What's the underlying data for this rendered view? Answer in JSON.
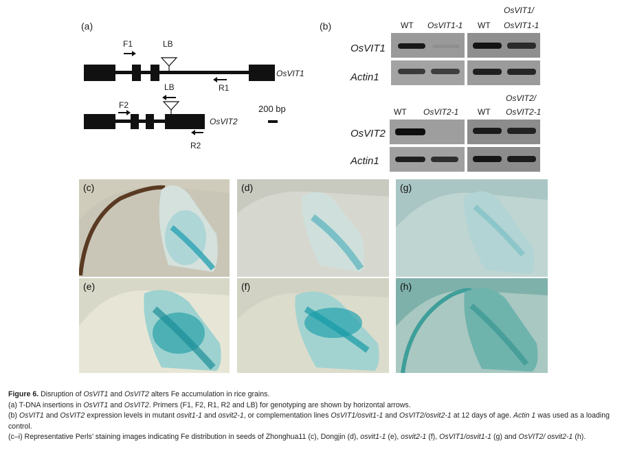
{
  "panel_a": {
    "label": "(a)",
    "gene1": {
      "name": "OsVIT1",
      "primer_f": "F1",
      "primer_r": "R1",
      "insert": "LB"
    },
    "gene2": {
      "name": "OsVIT2",
      "primer_f": "F2",
      "primer_r": "R2",
      "insert": "LB"
    },
    "scale": "200 bp"
  },
  "panel_b": {
    "label": "(b)",
    "top": {
      "headers": [
        "WT",
        "OsVIT1-1",
        "WT",
        "OsVIT1/",
        "OsVIT1-1"
      ],
      "rows": [
        "OsVIT1",
        "Actin1"
      ]
    },
    "bottom": {
      "headers": [
        "WT",
        "OsVIT2-1",
        "WT",
        "OsVIT2/",
        "OsVIT2-1"
      ],
      "rows": [
        "OsVIT2",
        "Actin1"
      ]
    }
  },
  "photos": {
    "c": "(c)",
    "d": "(d)",
    "g": "(g)",
    "e": "(e)",
    "f": "(f)",
    "h": "(h)"
  },
  "caption": {
    "title_prefix": "Figure 6.",
    "title_parts": [
      " Disruption of ",
      "OsVIT1",
      " and ",
      "OsVIT2",
      " alters Fe accumulation in rice grains."
    ],
    "line_a": [
      "(a) T-DNA insertions in ",
      "OsVIT1",
      " and ",
      "OsVIT2",
      ". Primers (F1, F2, R1, R2 and LB) for genotyping are shown by horizontal arrows."
    ],
    "line_b": [
      "(b) ",
      "OsVIT1",
      " and ",
      "OsVIT2",
      " expression levels in mutant ",
      "osvit1-1",
      " and ",
      "osvit2-1",
      ", or complementation lines ",
      "OsVIT1/osvit1-1",
      " and ",
      "OsVIT2/osvit2-1",
      " at 12 days of age. ",
      "Actin 1",
      " was used as a loading control."
    ],
    "line_c": [
      "(c–i) Representative Perls’ staining images indicating Fe distribution in seeds of Zhonghua11 (c), Dongjin (d), ",
      "osvit1-1",
      " (e), ",
      "osvit2-1",
      " (f), ",
      "OsVIT1/osvit1-1",
      " (g) and ",
      "OsVIT2/",
      " ",
      "osvit2-1",
      " (h)."
    ]
  }
}
